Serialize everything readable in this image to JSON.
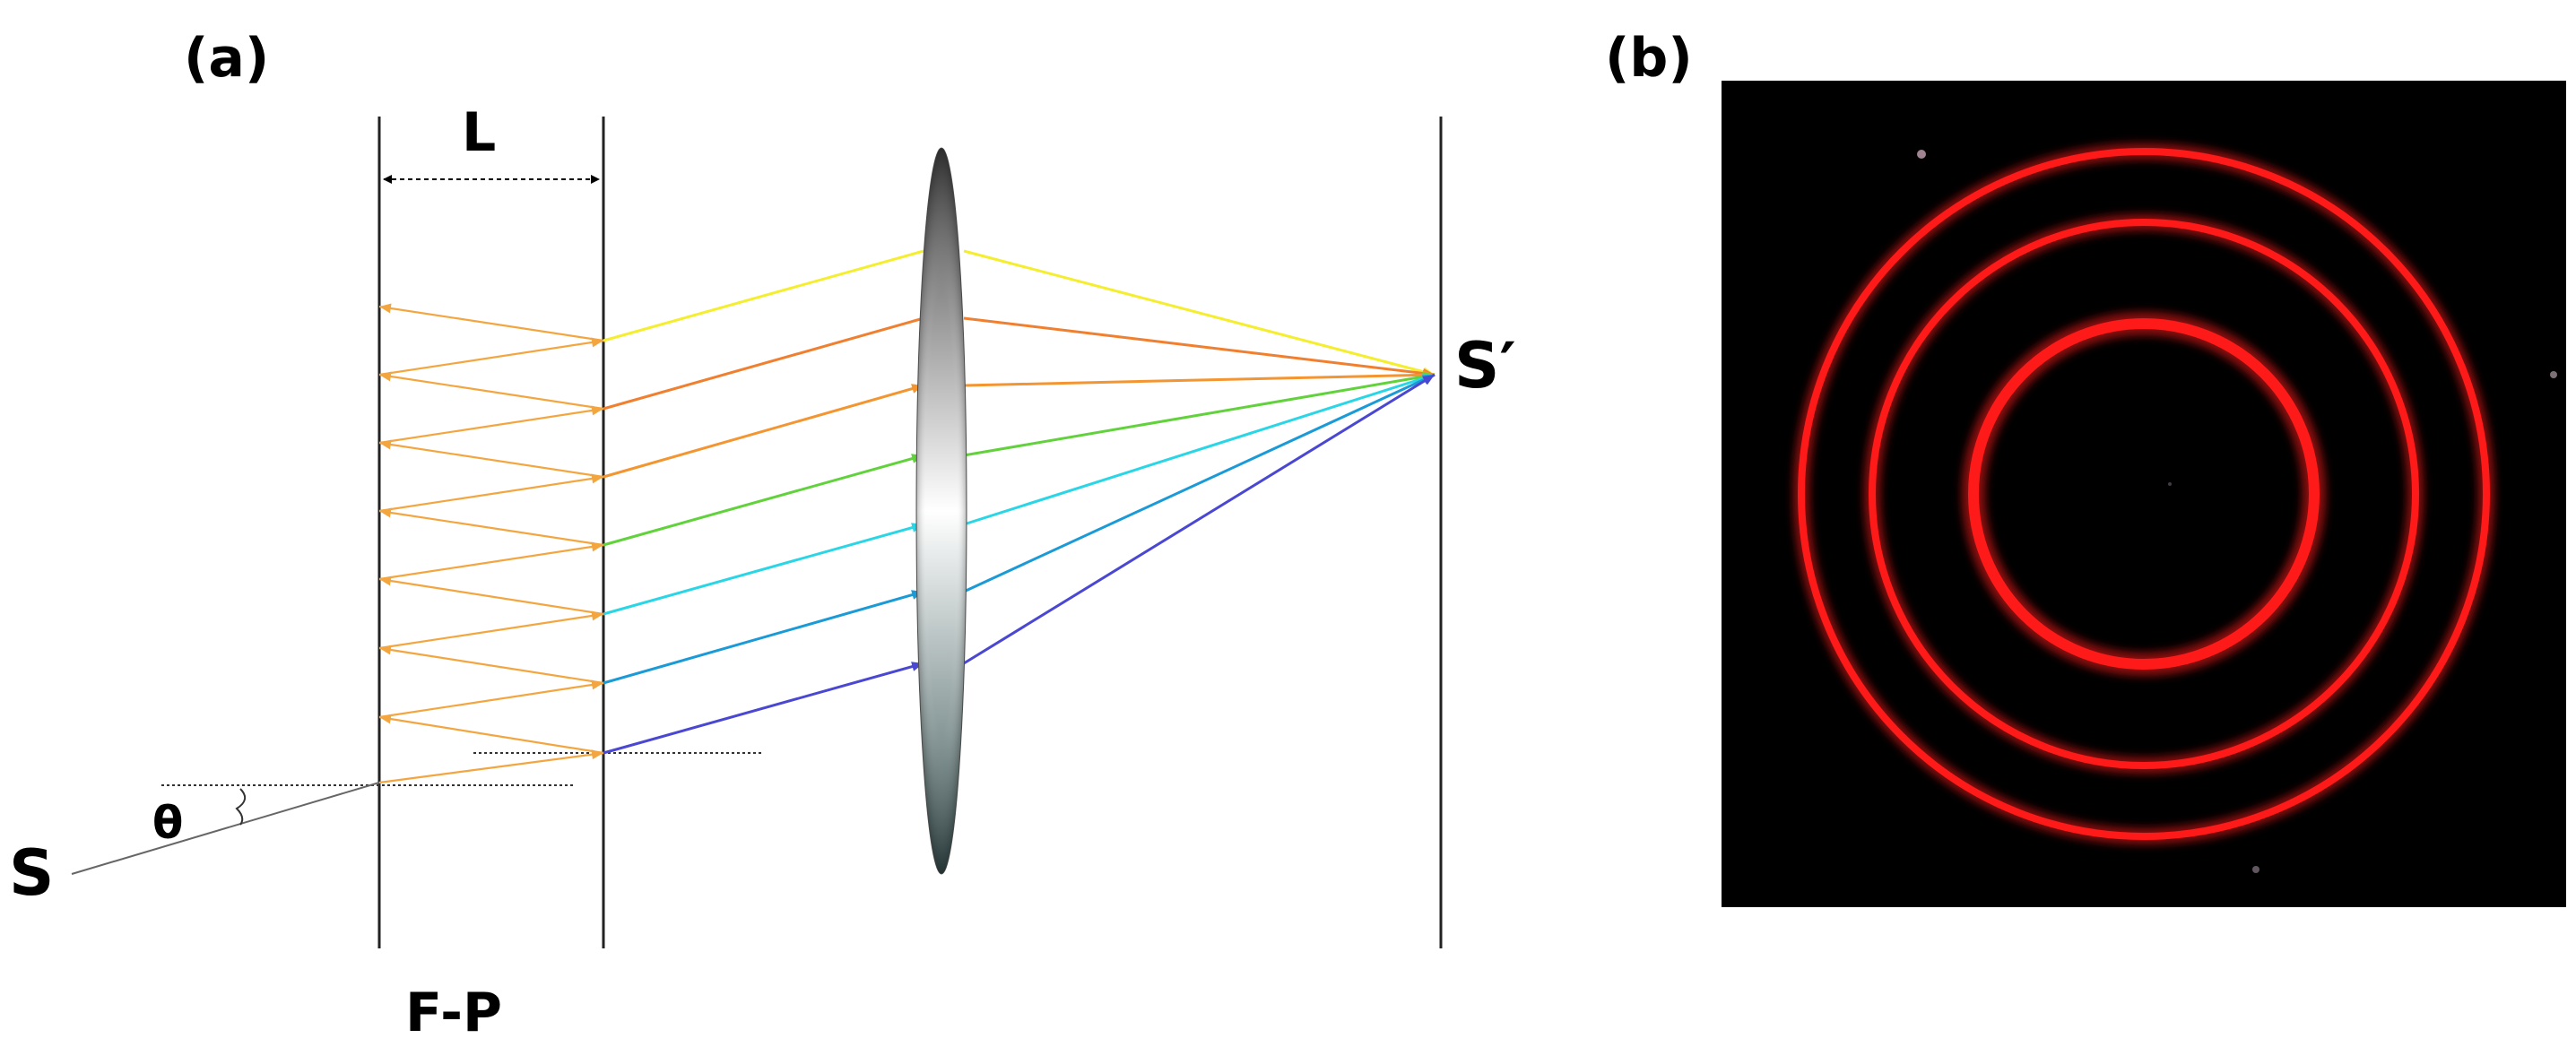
{
  "panel_a": {
    "label": "(a)",
    "gap_label": "L",
    "etalon_label": "F-P",
    "source_label": "S",
    "angle_label": "θ",
    "image_label": "S′",
    "ray_colors": [
      "#f5ee2e",
      "#f08030",
      "#f39530",
      "#62d23c",
      "#2ad6e6",
      "#1a9ad6",
      "#4a48d2"
    ],
    "internal_reflection_color": "#f3a640"
  },
  "panel_b": {
    "label": "(b)",
    "background_color": "#000000",
    "ring_color": "#ff1a1a",
    "ring_count": 3
  }
}
